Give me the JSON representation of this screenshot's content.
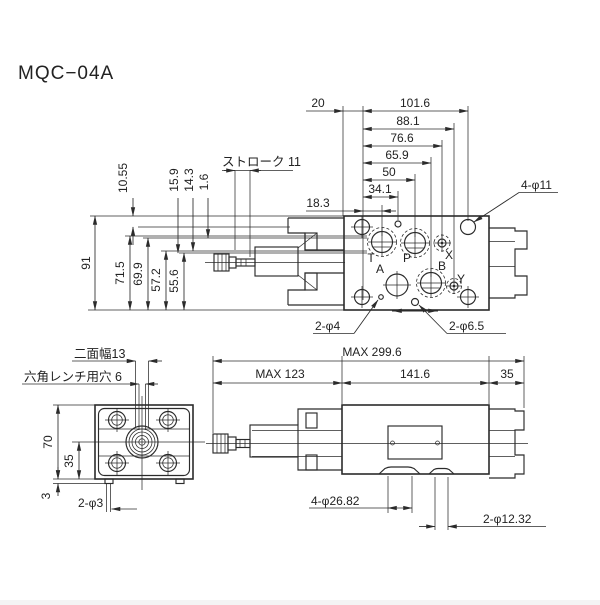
{
  "colors": {
    "line": "#2b2b2b",
    "background": "#ffffff"
  },
  "title": "MQC−04A",
  "top_view": {
    "dim_20": "20",
    "dim_101_6": "101.6",
    "dim_88_1": "88.1",
    "dim_76_6": "76.6",
    "dim_65_9": "65.9",
    "dim_50": "50",
    "dim_34_1": "34.1",
    "dim_18_3": "18.3",
    "stroke_note": "ストローク 11",
    "dim_10_55": "10.55",
    "dim_15_9": "15.9",
    "dim_14_3": "14.3",
    "dim_1_6": "1.6",
    "dim_91": "91",
    "dim_71_5": "71.5",
    "dim_69_9": "69.9",
    "dim_57_2": "57.2",
    "dim_55_6": "55.6",
    "note_4_phi11": "4-φ11",
    "note_2_phi4": "2-φ4",
    "note_2_phi6_5": "2-φ6.5",
    "port_t": "T",
    "port_p": "P",
    "port_x": "X",
    "port_a": "A",
    "port_b": "B",
    "port_y": "Y"
  },
  "end_view": {
    "note_flats": "二面幅13",
    "note_hex": "六角レンチ用穴 6",
    "dim_70": "70",
    "dim_35": "35",
    "dim_3": "3",
    "note_2_phi3": "2-φ3"
  },
  "side_view": {
    "dim_max_299_6": "MAX 299.6",
    "dim_max_123": "MAX 123",
    "dim_141_6": "141.6",
    "dim_35": "35",
    "note_4_phi26_82": "4-φ26.82",
    "note_2_phi12_32": "2-φ12.32"
  }
}
